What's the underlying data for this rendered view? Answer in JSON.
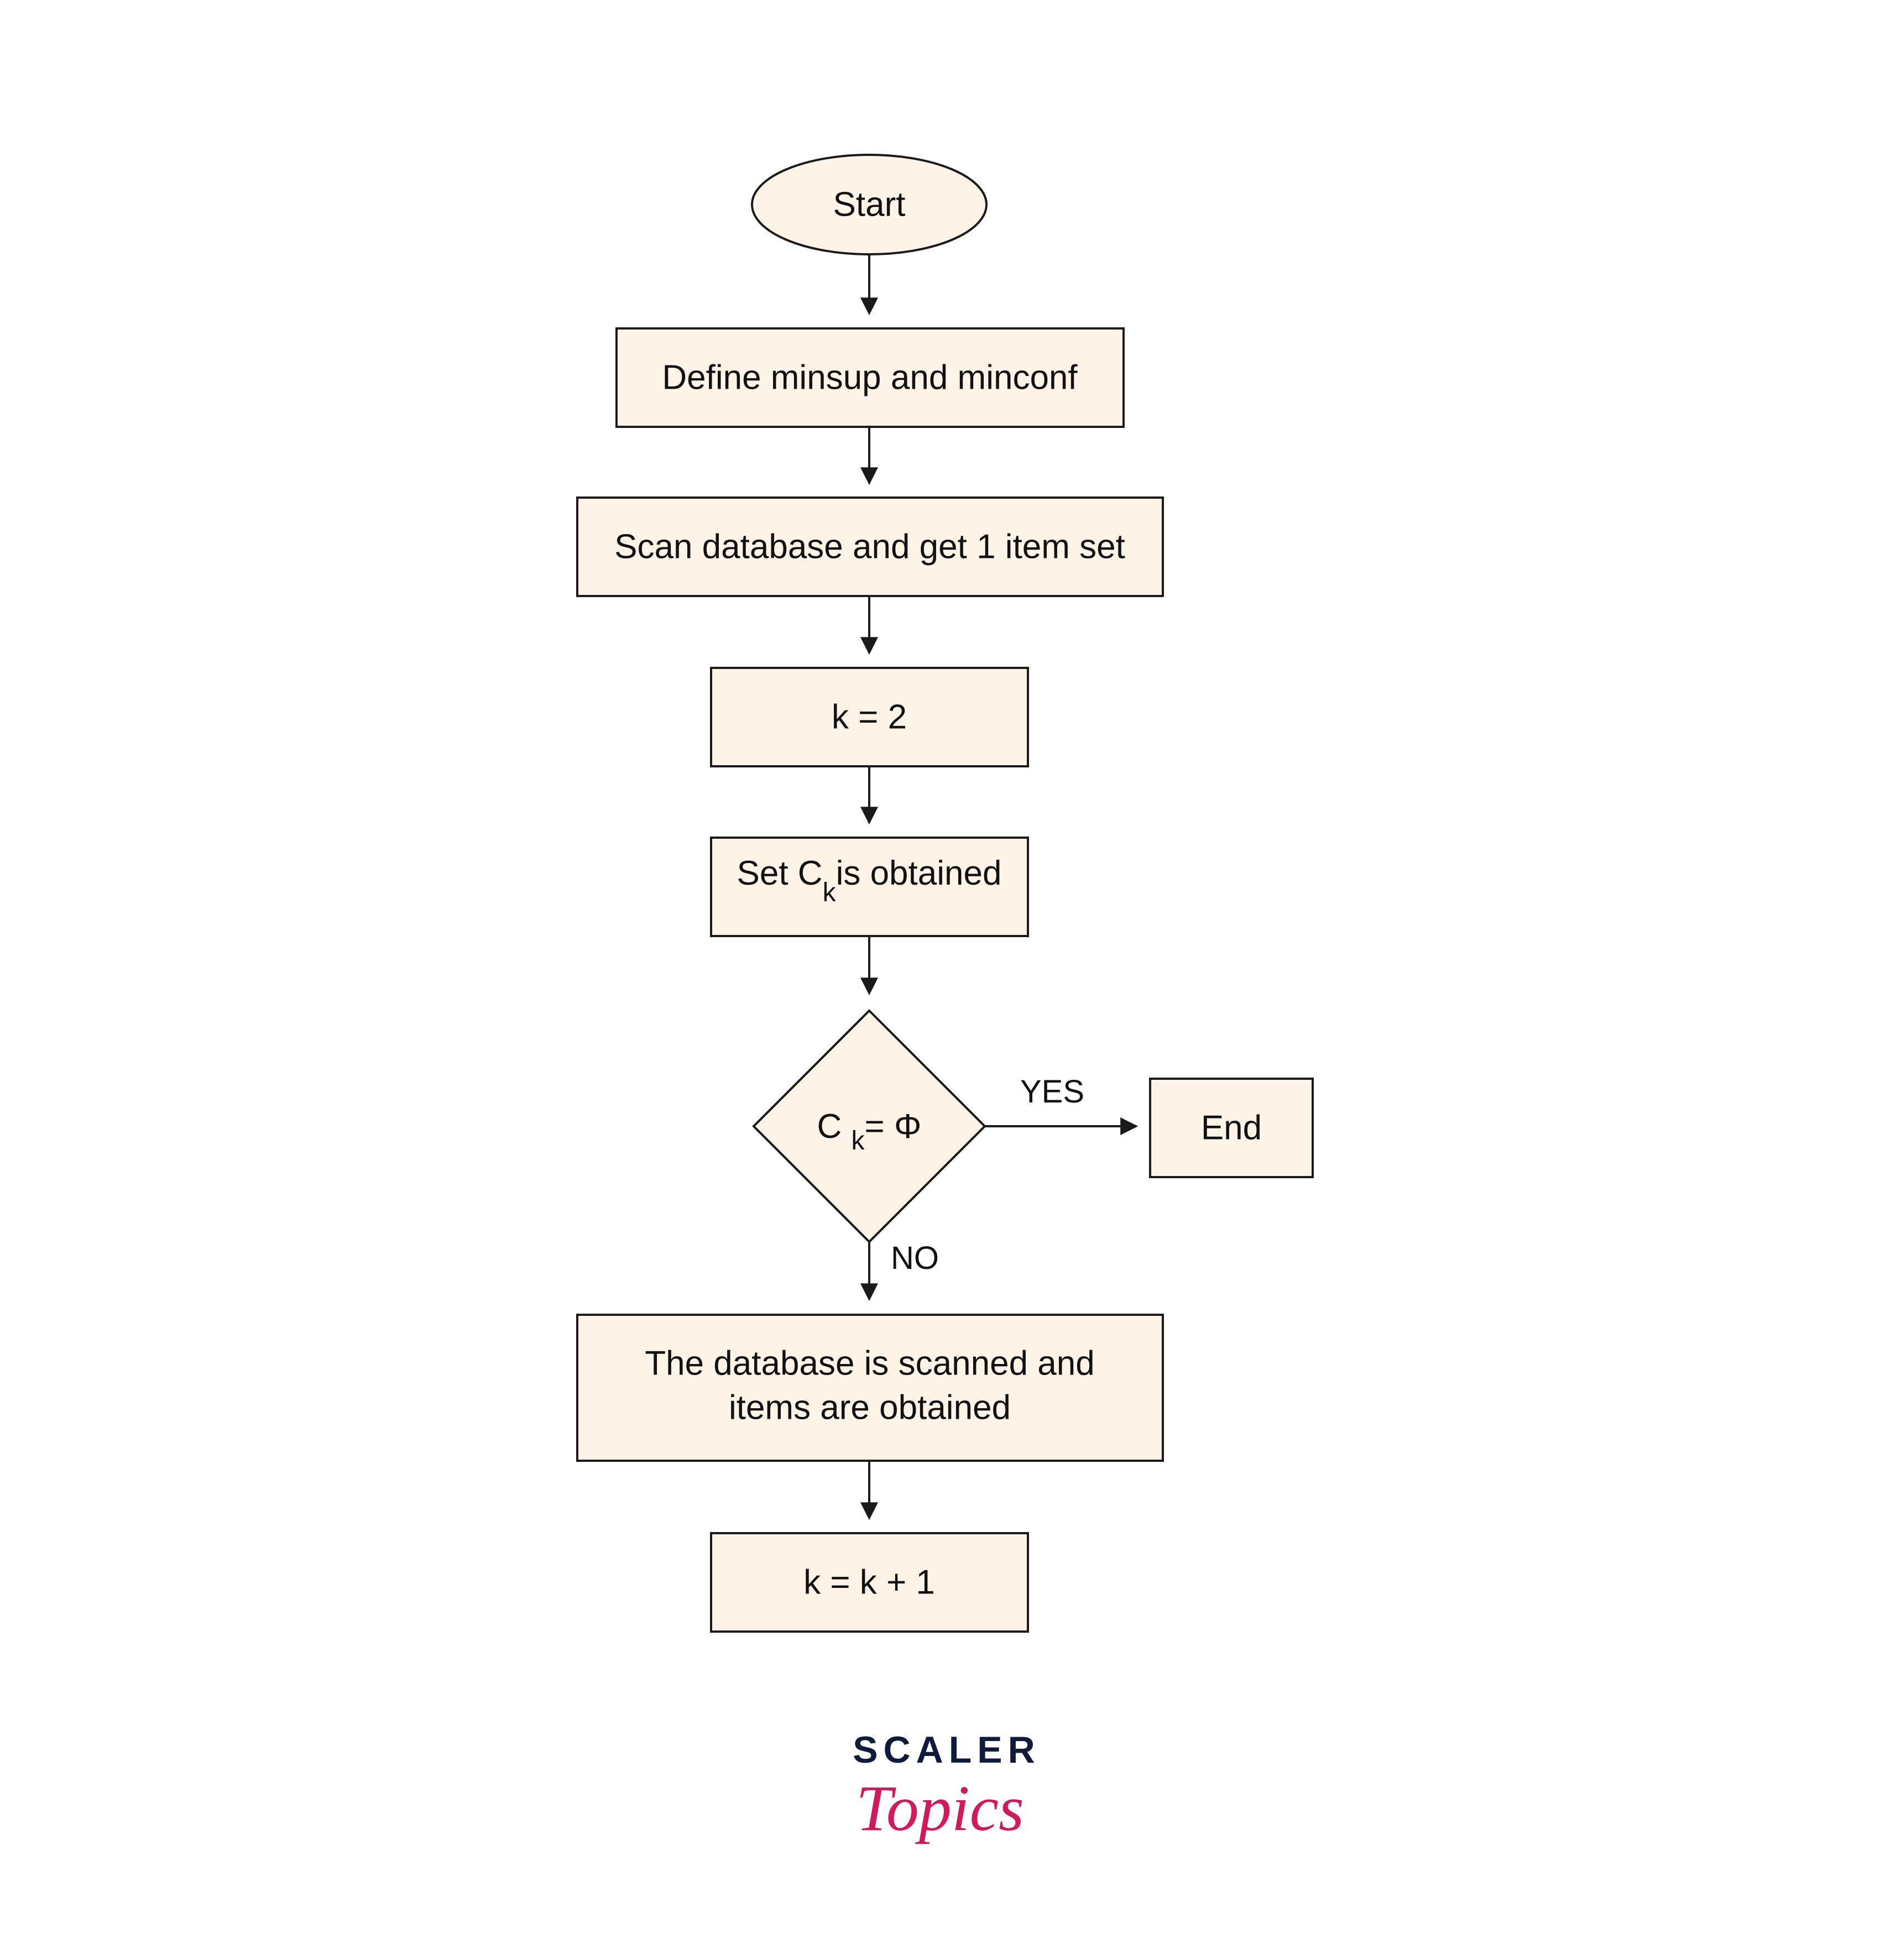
{
  "nodes": {
    "start": {
      "label": "Start"
    },
    "define": {
      "label": "Define minsup and minconf"
    },
    "scan": {
      "label": "Scan database and get 1 item set"
    },
    "k_init": {
      "label": "k = 2"
    },
    "set_ck": {
      "prefix": "Set C",
      "sub": "k",
      "suffix": "is obtained"
    },
    "decision": {
      "prefix": "C ",
      "sub": "k",
      "suffix": "= Φ"
    },
    "end": {
      "label": "End"
    },
    "scan_items": {
      "line1": "The database is scanned and",
      "line2": "items are obtained"
    },
    "k_inc": {
      "label": "k = k + 1"
    }
  },
  "edges": {
    "yes_label": "YES",
    "no_label": "NO"
  },
  "brand": {
    "top": "SCALER",
    "bottom": "Topics"
  },
  "colors": {
    "node_fill": "#fdf3e6",
    "stroke": "#1a1a1a",
    "brand_navy": "#0f1b3a",
    "brand_pink": "#d2195e"
  }
}
